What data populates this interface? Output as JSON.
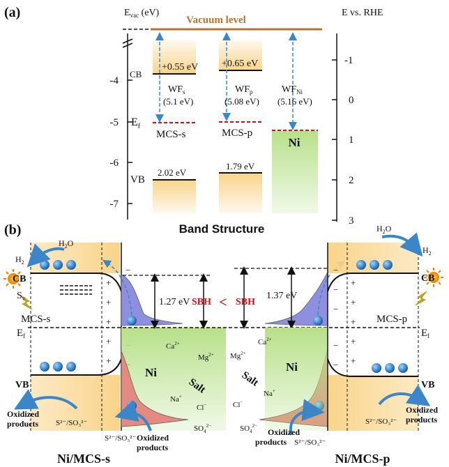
{
  "panel_a": {
    "label": "(a)",
    "left_axis_label": "E",
    "left_axis_sub": "vac",
    "left_axis_unit": " (eV)",
    "right_axis_label": "E vs. RHE",
    "vacuum_label": "Vacuum level",
    "left_ticks": [
      "-4",
      "-5",
      "-6",
      "-7"
    ],
    "right_ticks": [
      "-1",
      "0",
      "1",
      "2",
      "3"
    ],
    "cb_label": "CB",
    "vb_label": "VB",
    "ef_label": "E",
    "ef_sub": "f",
    "mcs_s": {
      "offset": "0.55 eV",
      "wf": "WF",
      "wf_sub": "s",
      "wf_value": "(5.1 eV)",
      "name": "MCS-s",
      "vb_value": "2.02 eV"
    },
    "mcs_p": {
      "offset": "0.65 eV",
      "wf": "WF",
      "wf_sub": "p",
      "wf_value": "(5.08 eV)",
      "name": "MCS-p",
      "vb_value": "1.79 eV"
    },
    "ni": {
      "wf": "WF",
      "wf_sub": "Ni",
      "wf_value": "(5.16 eV)",
      "name": "Ni"
    },
    "caption": "Band Structure"
  },
  "panel_b": {
    "label": "(b)",
    "h2o": "H",
    "h2o_sub": "2",
    "h2o_end": "O",
    "h2": "H",
    "h2_sub": "2",
    "cb": "CB",
    "vb": "VB",
    "sv": "S",
    "sv_sub": "v",
    "ef": "E",
    "ef_sub": "f",
    "left_name": "MCS-s",
    "right_name": "MCS-p",
    "left_gap": "1.27 eV",
    "right_gap": "1.37 eV",
    "sbh": "SBH",
    "lt": "<",
    "ni": "Ni",
    "salt": "Salt",
    "ions": [
      "Ca",
      "Mg",
      "Na",
      "Cl",
      "SO"
    ],
    "ion_sups": [
      "2+",
      "2+",
      "+",
      "−",
      "4",
      "2−"
    ],
    "sacrificial": "S",
    "sacrificial_full": "S²⁻/SO₃²⁻",
    "oxidized_1": "Oxidized",
    "oxidized_2": "products",
    "left_title": "Ni/MCS-s",
    "right_title": "Ni/MCS-p"
  },
  "colors": {
    "vacuum": "#b87333",
    "fermi": "#c0141c",
    "mcs_fill": "#f9d48a",
    "ni_fill": "#b8e08a",
    "arrow": "#3b86c8",
    "sbh": "#c0141c",
    "dos_blue": "#8f8fe0",
    "dos_red": "#e48a80"
  }
}
